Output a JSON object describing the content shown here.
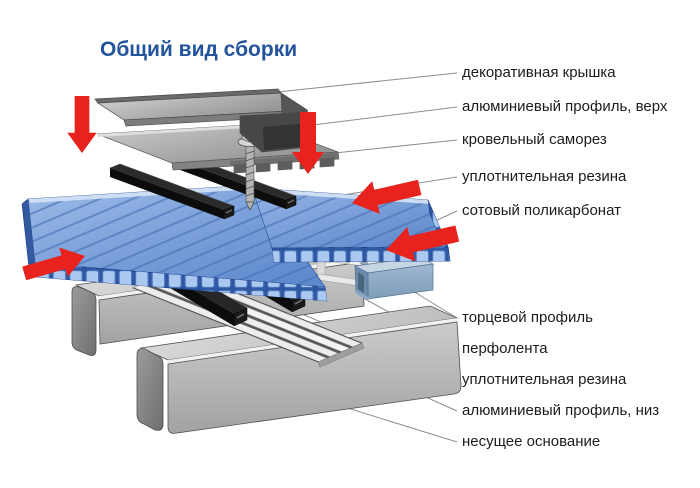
{
  "title": {
    "text": "Общий вид сборки",
    "color": "#24549c"
  },
  "diagram": {
    "description": "Exploded assembly view of cellular polycarbonate panel joint",
    "labels": [
      {
        "id": "decorative-cap",
        "text": "декоративная крышка"
      },
      {
        "id": "aluminum-profile-top",
        "text": "алюминиевый профиль, верх"
      },
      {
        "id": "roofing-screw",
        "text": "кровельный саморез"
      },
      {
        "id": "sealing-rubber-top",
        "text": "уплотнительная резина"
      },
      {
        "id": "polycarbonate",
        "text": "сотовый поликарбонат"
      },
      {
        "id": "end-profile",
        "text": "торцевой профиль"
      },
      {
        "id": "perforated-tape",
        "text": "перфолента"
      },
      {
        "id": "sealing-rubber-bottom",
        "text": "уплотнительная резина"
      },
      {
        "id": "aluminum-profile-bottom",
        "text": "алюминиевый профиль, низ"
      },
      {
        "id": "base",
        "text": "несущее основание"
      }
    ],
    "colors": {
      "arrow": "#e8231d",
      "leader_line": "#8f8f8f",
      "panel_top": "#6f9ad8",
      "panel_cell": "#aac8f0",
      "panel_dark": "#2e56a2",
      "rubber": "#1a1a1a",
      "metal_light": "#d2d2d2",
      "metal_mid": "#939393",
      "end_profile": "#93adc8",
      "beam_gray": "#c6c6c6"
    }
  }
}
